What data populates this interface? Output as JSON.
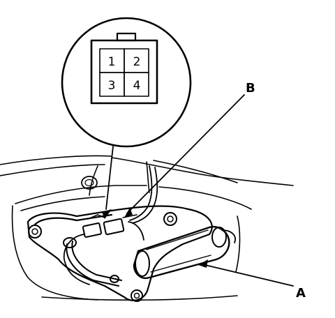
{
  "connector": {
    "pins": [
      "1",
      "2",
      "3",
      "4"
    ]
  },
  "callouts": {
    "a": "A",
    "b": "B"
  },
  "colors": {
    "ink": "#000000",
    "paper": "#ffffff"
  }
}
